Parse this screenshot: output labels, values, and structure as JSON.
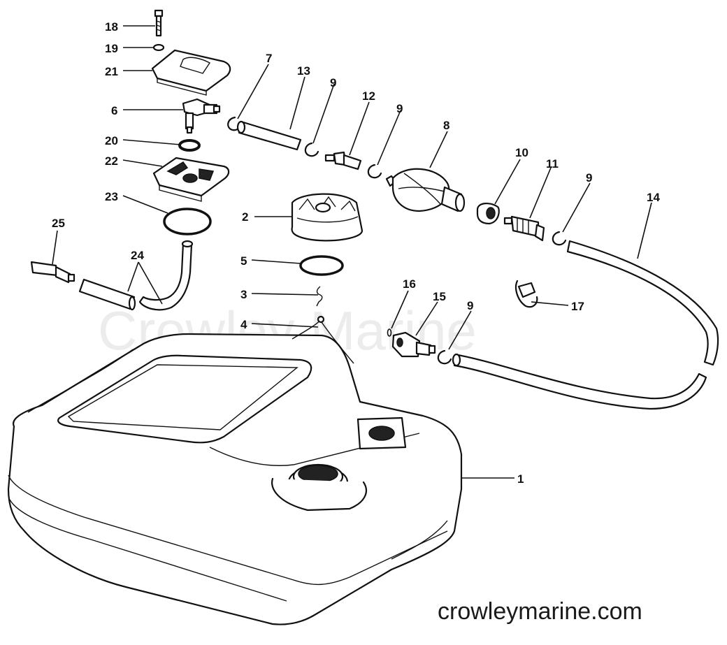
{
  "watermark": "Crowley Marine",
  "footer_url": "crowleymarine.com",
  "callouts": {
    "c1": "1",
    "c2": "2",
    "c3": "3",
    "c4": "4",
    "c5": "5",
    "c6": "6",
    "c7": "7",
    "c8": "8",
    "c9a": "9",
    "c9b": "9",
    "c9c": "9",
    "c9d": "9",
    "c10": "10",
    "c11": "11",
    "c12": "12",
    "c13": "13",
    "c14": "14",
    "c15": "15",
    "c16": "16",
    "c17": "17",
    "c18": "18",
    "c19": "19",
    "c20": "20",
    "c21": "21",
    "c22": "22",
    "c23": "23",
    "c24": "24",
    "c25": "25"
  }
}
